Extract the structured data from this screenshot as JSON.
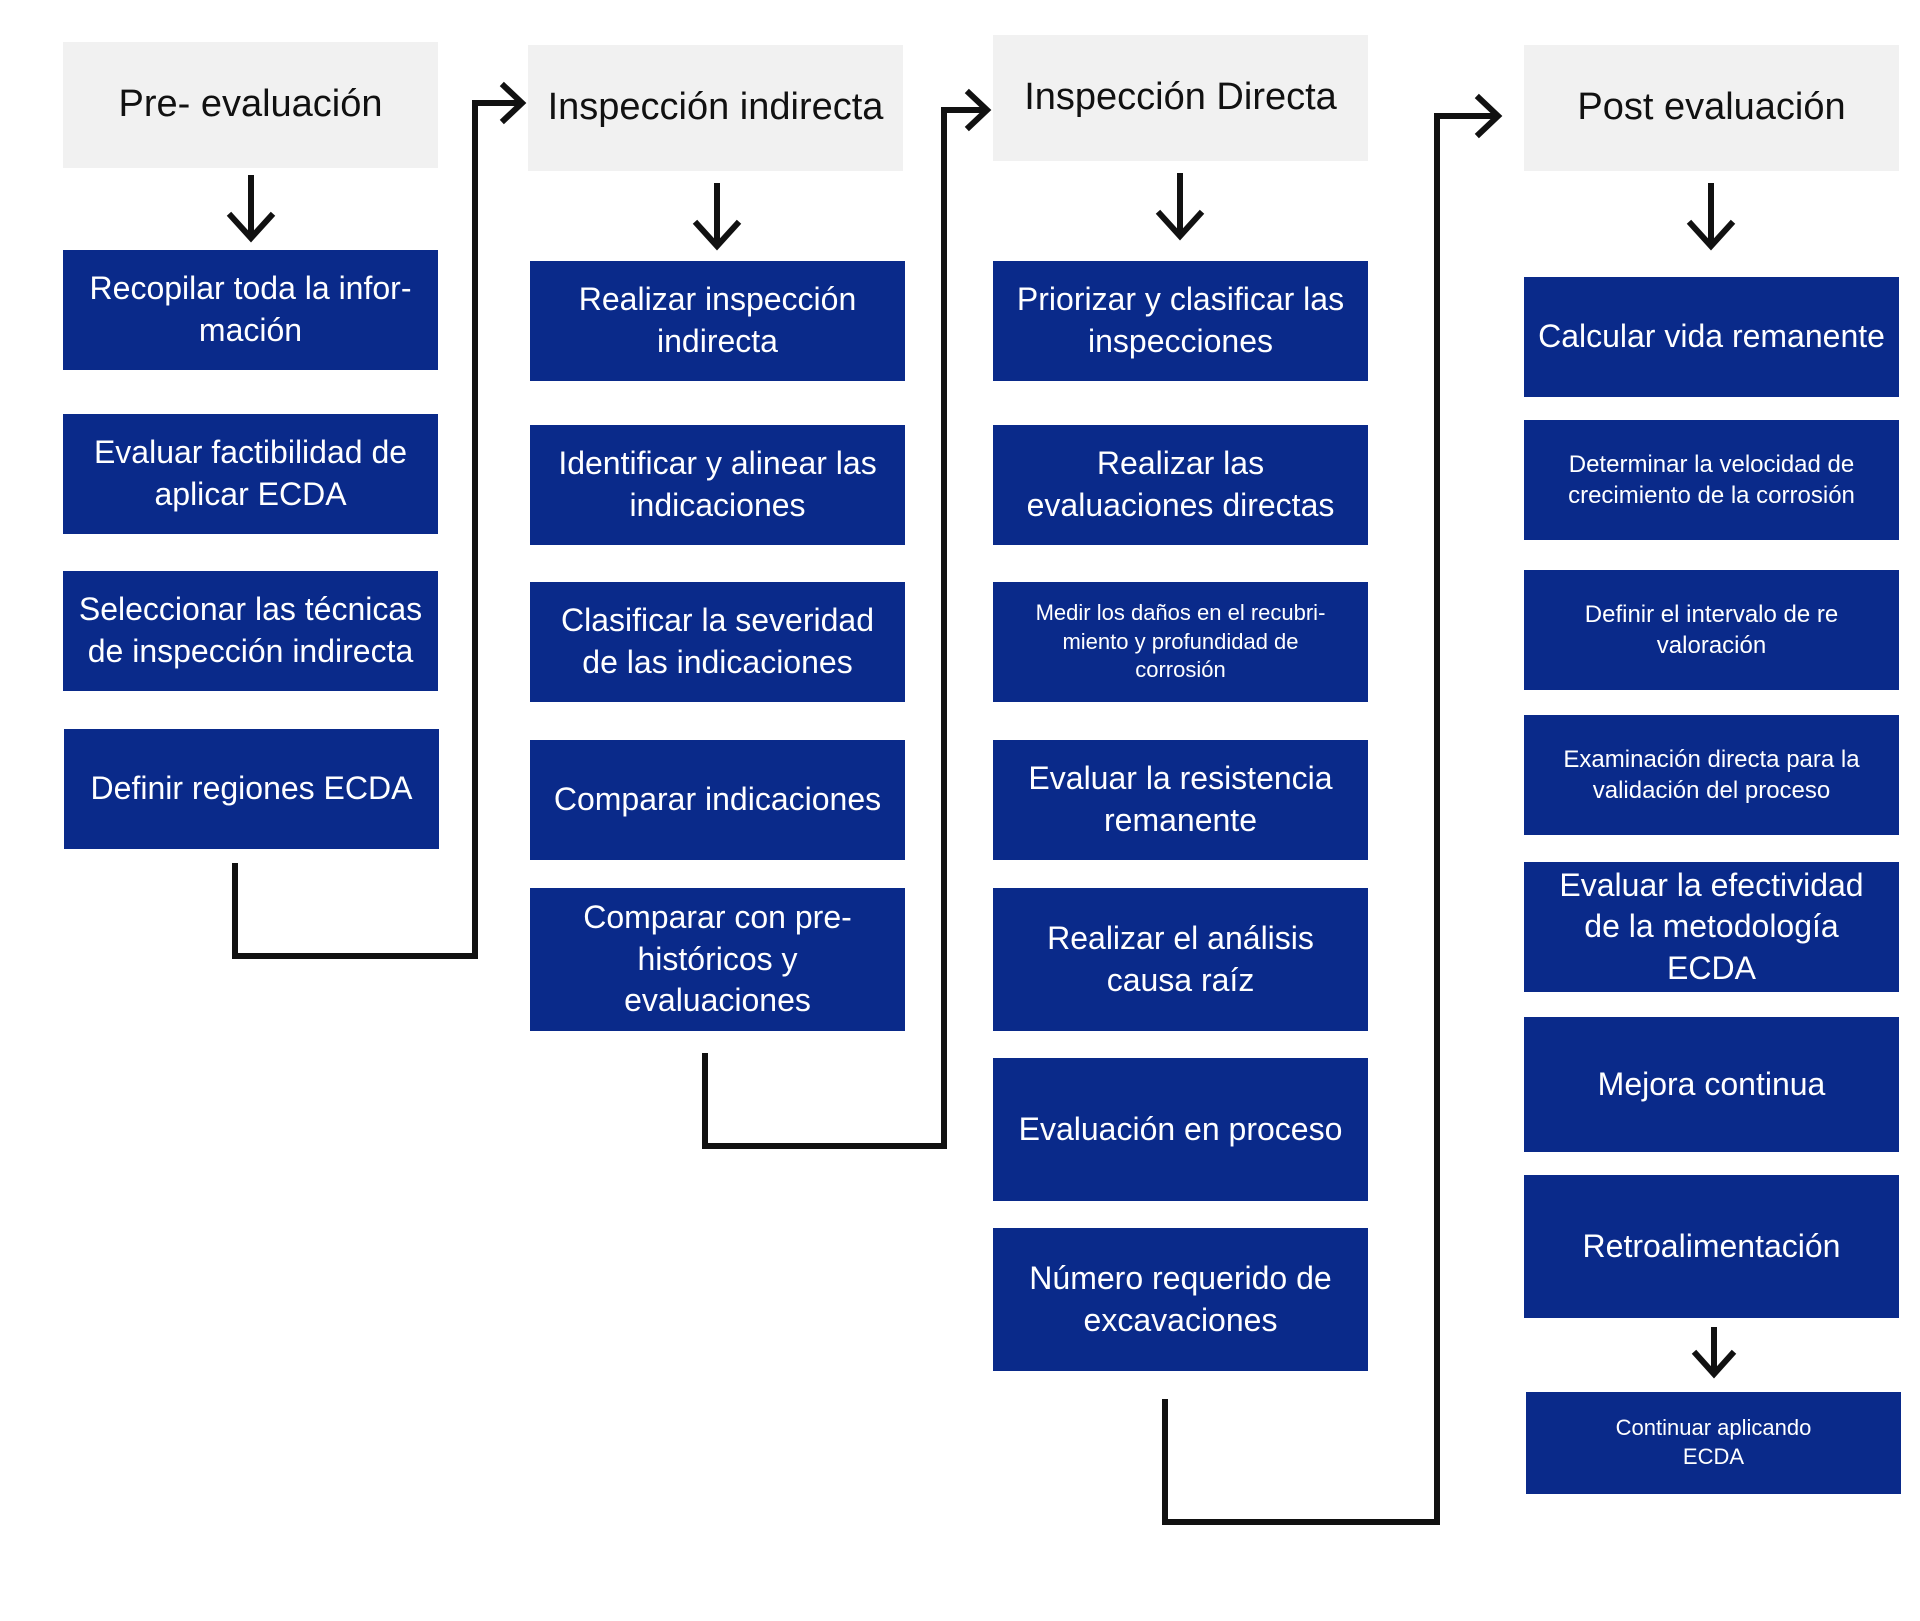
{
  "columns": [
    {
      "id": "pre",
      "header": "Pre- evaluación",
      "steps": [
        "Recopilar toda la infor-\nmación",
        "Evaluar factibilidad de aplicar ECDA",
        "Seleccionar las técnicas de inspección indirecta",
        "Definir regiones ECDA"
      ]
    },
    {
      "id": "indirecta",
      "header": "Inspección indirecta",
      "steps": [
        "Realizar inspección indirecta",
        "Identificar y alinear las indicaciones",
        "Clasificar la severidad de las indicaciones",
        "Comparar indicaciones",
        "Comparar con pre-\nhistóricos y\nevaluaciones"
      ]
    },
    {
      "id": "directa",
      "header": "Inspección Directa",
      "steps": [
        "Priorizar y clasificar las inspecciones",
        "Realizar las evaluaciones directas",
        "Medir los daños en el recubri-\nmiento y profundidad de\ncorrosión",
        "Evaluar la resistencia remanente",
        "Realizar el análisis causa raíz",
        "Evaluación en proceso",
        "Número requerido de excavaciones"
      ]
    },
    {
      "id": "post",
      "header": "Post evaluación",
      "steps": [
        "Calcular vida remanente",
        "Determinar la velocidad de crecimiento de la corrosión",
        "Definir el intervalo de re valoración",
        "Examinación directa para la validación del proceso",
        "Evaluar la efectividad de la metodología ECDA",
        "Mejora continua",
        "Retroalimentación",
        "Continuar aplicando\nECDA"
      ]
    }
  ],
  "colors": {
    "step_bg": "#0a2a8a",
    "header_bg": "#f1f1f1",
    "line": "#111111"
  }
}
